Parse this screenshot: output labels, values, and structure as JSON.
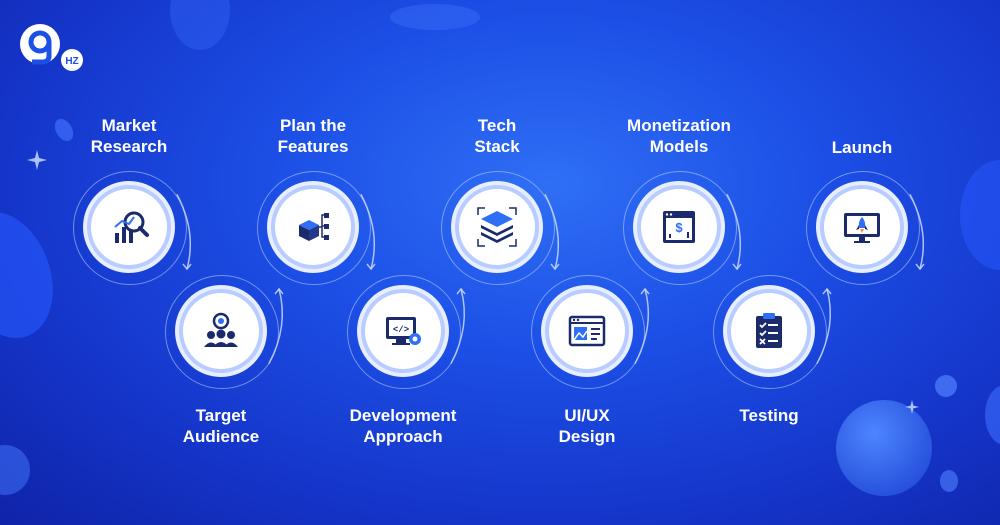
{
  "brand": {
    "logo_text": "9",
    "logo_sub": "HZ"
  },
  "steps": [
    {
      "label": "Market\nResearch",
      "icon": "market-research-icon"
    },
    {
      "label": "Target\nAudience",
      "icon": "target-audience-icon"
    },
    {
      "label": "Plan the\nFeatures",
      "icon": "plan-features-icon"
    },
    {
      "label": "Development\nApproach",
      "icon": "development-approach-icon"
    },
    {
      "label": "Tech\nStack",
      "icon": "tech-stack-icon"
    },
    {
      "label": "UI/UX\nDesign",
      "icon": "ui-ux-design-icon"
    },
    {
      "label": "Monetization\nModels",
      "icon": "monetization-icon"
    },
    {
      "label": "Testing",
      "icon": "testing-icon"
    },
    {
      "label": "Launch",
      "icon": "launch-icon"
    }
  ],
  "colors": {
    "background": "#1c4fe6",
    "icon": "#1b2a6b",
    "ring": "#b9ccff"
  }
}
